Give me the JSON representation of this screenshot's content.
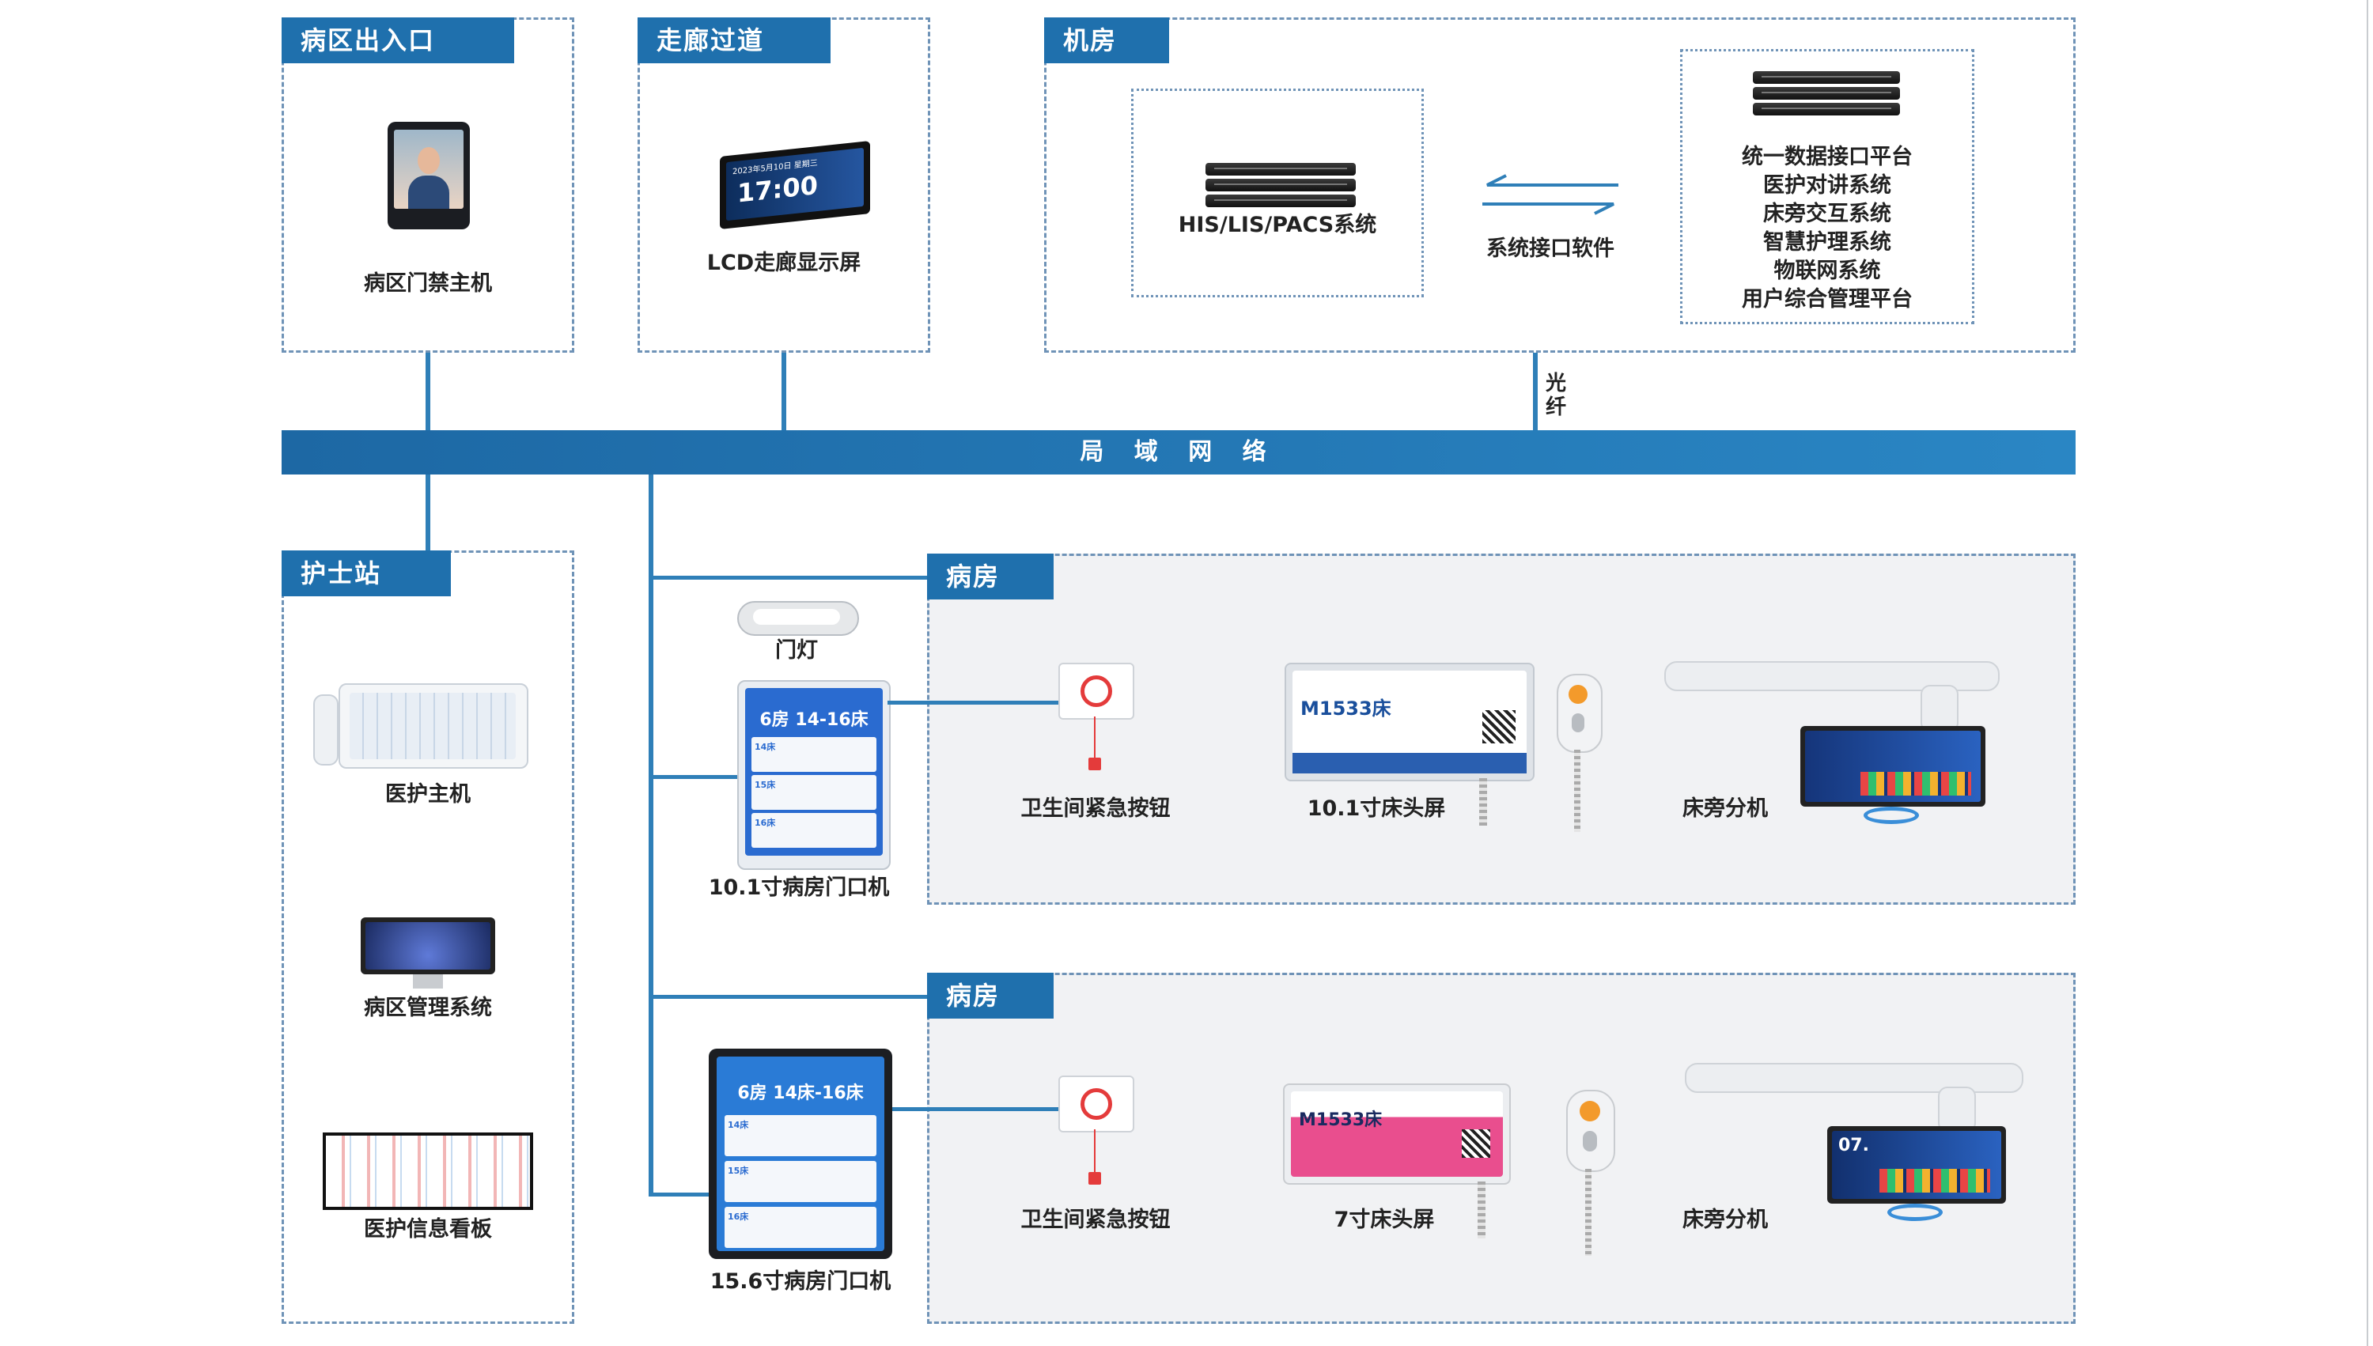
{
  "colors": {
    "primary": "#1f70ad",
    "border": "#6f93b7",
    "zone_fill": "#f1f2f4",
    "line": "#2f7fb8"
  },
  "zones": {
    "entrance": "病区出入口",
    "corridor": "走廊过道",
    "machine_room": "机房",
    "nurse_station": "护士站",
    "ward1": "病房",
    "ward2": "病房"
  },
  "bus": {
    "label": "局 域 网 络"
  },
  "fiber": {
    "label": "光纤"
  },
  "devices": {
    "access_control": "病区门禁主机",
    "corridor_screen": "LCD走廊显示屏",
    "his": "HIS/LIS/PACS系统",
    "interface": "系统接口软件",
    "platform_list": [
      "统一数据接口平台",
      "医护对讲系统",
      "床旁交互系统",
      "智慧护理系统",
      "物联网系统",
      "用户综合管理平台"
    ],
    "nurse_host": "医护主机",
    "ward_mgmt": "病区管理系统",
    "info_board": "医护信息看板",
    "door_light": "门灯",
    "door_101": "10.1寸病房门口机",
    "door_156": "15.6寸病房门口机",
    "emergency1": "卫生间紧急按钮",
    "emergency2": "卫生间紧急按钮",
    "bed_101": "10.1寸床头屏",
    "bed_7": "7寸床头屏",
    "bedside1": "床旁分机",
    "bedside2": "床旁分机"
  },
  "screens": {
    "corridor_time": "17:00",
    "corridor_date": "2023年5月10日 星期三",
    "bed_label": "M1533床",
    "door_101_header": "6房 14-16床",
    "door_156_header": "6房 14床-16床",
    "door_rows": [
      "14床",
      "15床",
      "16床"
    ],
    "bedside2_num": "07."
  }
}
